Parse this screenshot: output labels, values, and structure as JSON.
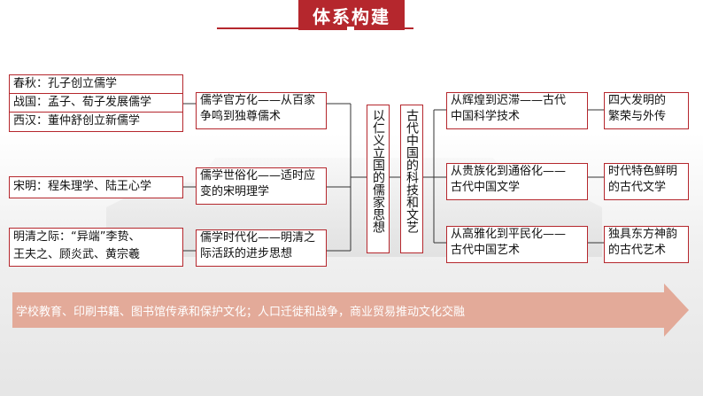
{
  "title": "体系构建",
  "left_group1": [
    "春秋：孔子创立儒学",
    "战国：孟子、荀子发展儒学",
    "西汉：董仲舒创立新儒学"
  ],
  "left_single2": "宋明：程朱理学、陆王心学",
  "left_group3": [
    "明清之际：“异端”李贽、",
    "王夫之、顾炎武、黄宗羲"
  ],
  "mid_left": [
    [
      "儒学官方化——从百家",
      "争鸣到独尊儒术"
    ],
    [
      "儒学世俗化——适时应",
      "变的宋明理学"
    ],
    [
      "儒学时代化——明清之",
      "际活跃的进步思想"
    ]
  ],
  "center_left": "以仁义立国的儒家思想",
  "center_right": "古代中国的科技和文艺",
  "mid_right": [
    [
      "从辉煌到迟滞——古代",
      "中国科学技术"
    ],
    [
      "从贵族化到通俗化——",
      "古代中国文学"
    ],
    [
      "从高雅化到平民化——",
      "古代中国艺术"
    ]
  ],
  "far_right": [
    [
      "四大发明的",
      "繁荣与外传"
    ],
    [
      "时代特色鲜明",
      "的古代文学"
    ],
    [
      "独具东方神韵",
      "的古代艺术"
    ]
  ],
  "arrow_text": "学校教育、印刷书籍、图书馆传承和保护文化；人口迁徙和战争，商业贸易推动文化交融",
  "colors": {
    "accent": "#b5272d",
    "arrow": "#e3aa99"
  }
}
